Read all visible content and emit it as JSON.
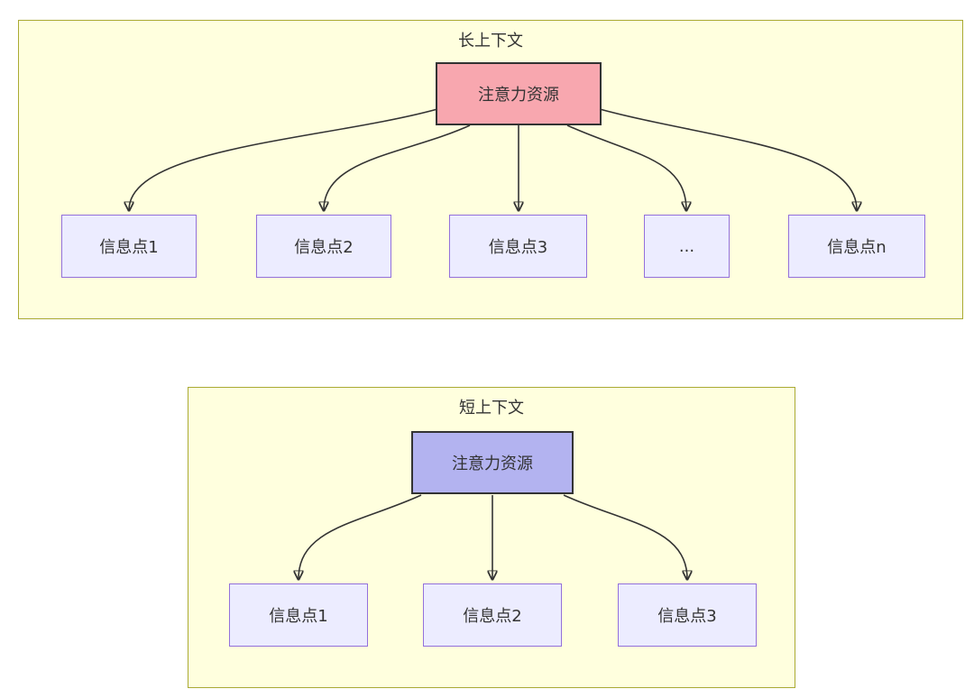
{
  "colors": {
    "container_bg": "#ffffde",
    "container_border": "#aaaa33",
    "long_source_fill": "#f8a7af",
    "short_source_fill": "#b3b3f0",
    "node_fill": "#ececff",
    "node_border": "#9370db",
    "line": "#333333",
    "text": "#333333"
  },
  "long_context": {
    "title": "长上下文",
    "source_label": "注意力资源",
    "targets": [
      "信息点1",
      "信息点2",
      "信息点3",
      "...",
      "信息点n"
    ]
  },
  "short_context": {
    "title": "短上下文",
    "source_label": "注意力资源",
    "targets": [
      "信息点1",
      "信息点2",
      "信息点3"
    ]
  }
}
